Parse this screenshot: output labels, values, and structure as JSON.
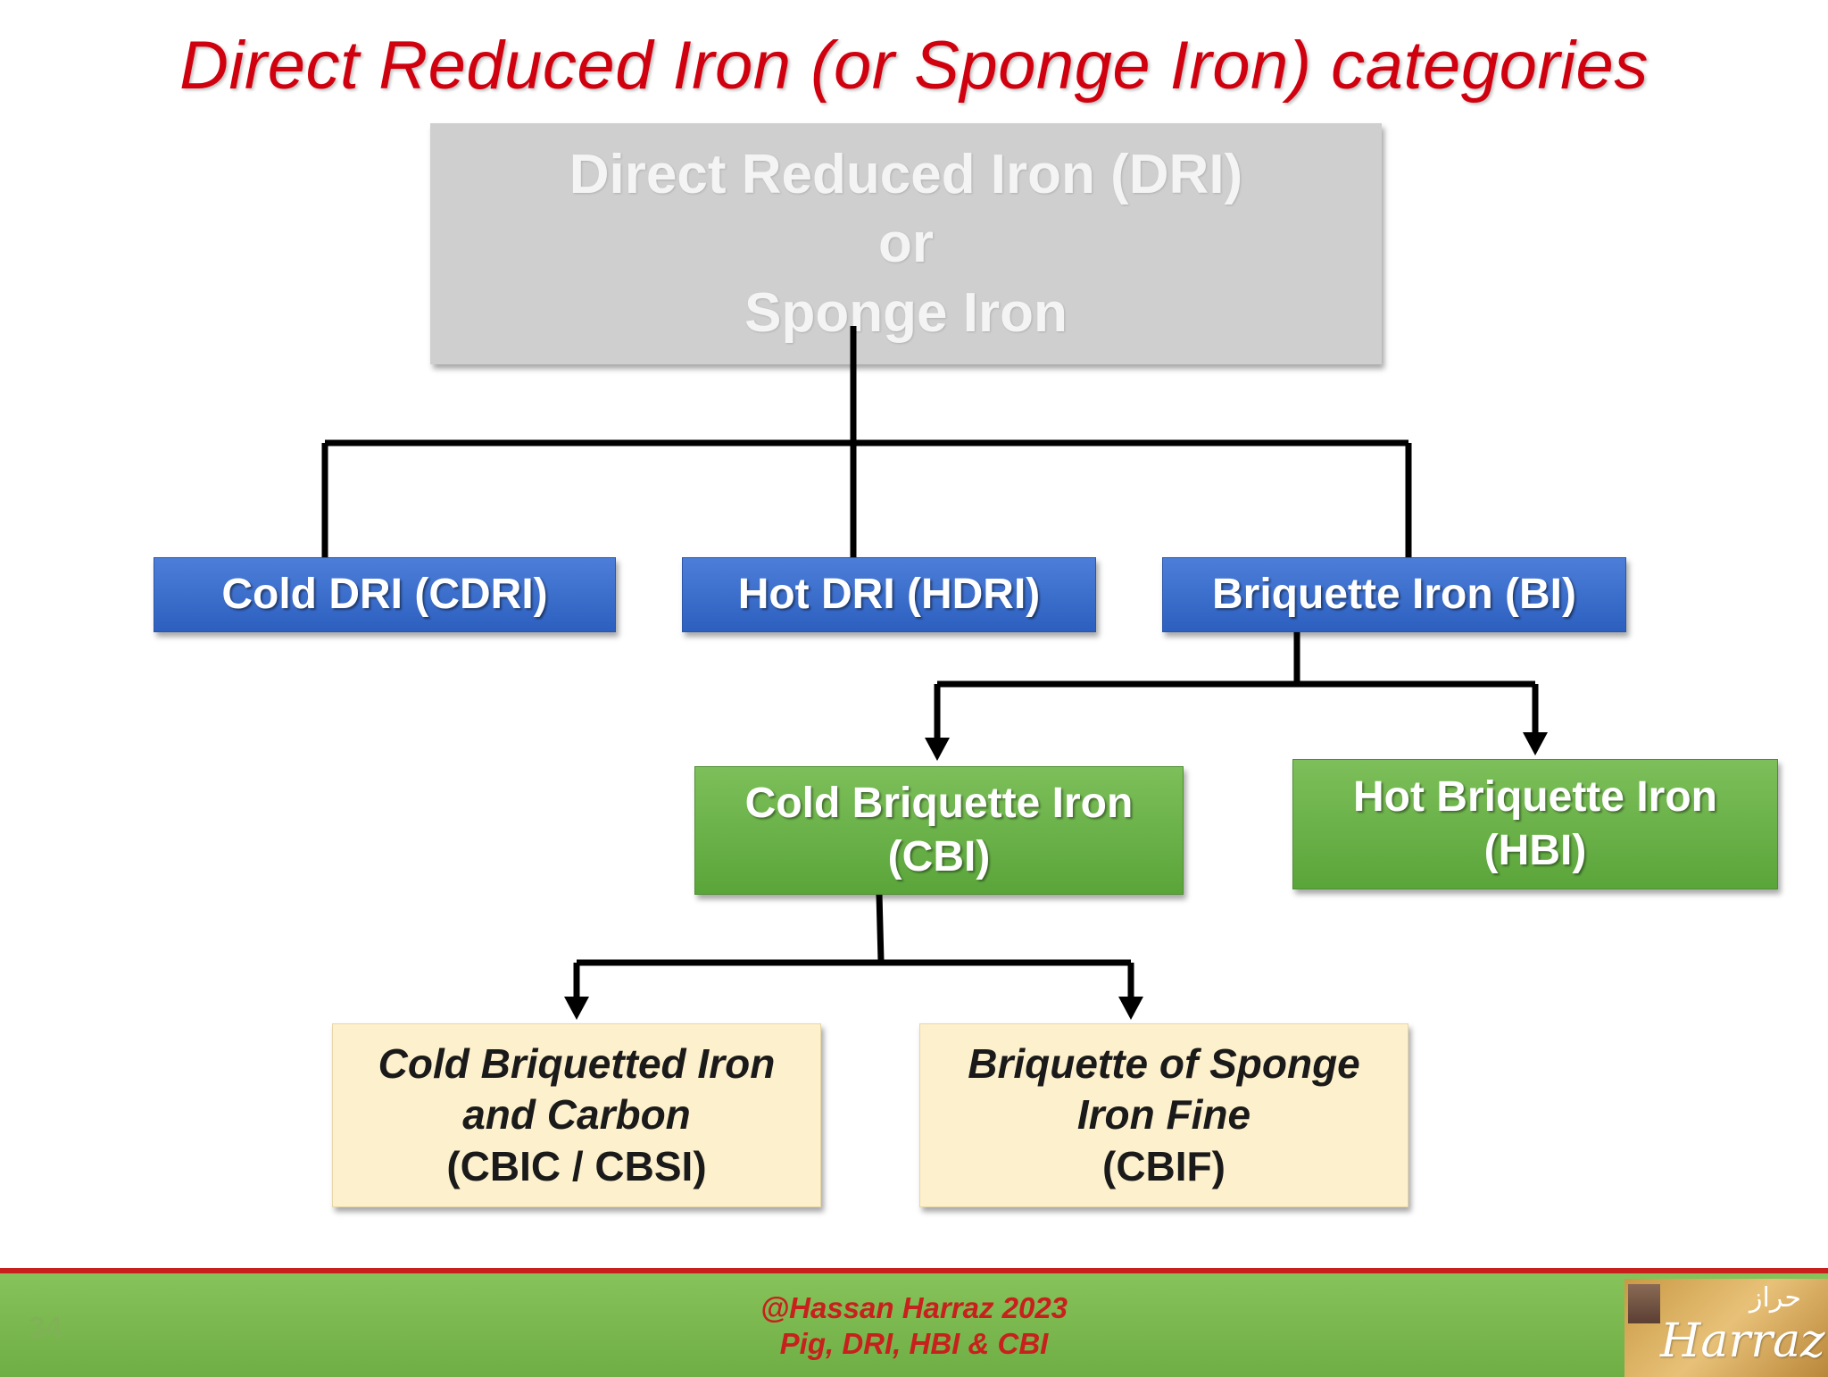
{
  "slide": {
    "title": "Direct Reduced Iron (or Sponge Iron) categories"
  },
  "diagram": {
    "root": {
      "line1": "Direct Reduced Iron (DRI)",
      "line2": "or",
      "line3": "Sponge Iron"
    },
    "level1": {
      "cold_dri": "Cold DRI (CDRI)",
      "hot_dri": "Hot DRI (HDRI)",
      "briquette_iron": "Briquette Iron (BI)"
    },
    "level2": {
      "cbi": {
        "line1": "Cold Briquette Iron",
        "line2": "(CBI)"
      },
      "hbi": {
        "line1": "Hot Briquette Iron",
        "line2": "(HBI)"
      }
    },
    "level3": {
      "cbic": {
        "line1": "Cold Briquetted Iron",
        "line2": "and Carbon",
        "line3": "(CBIC / CBSI)"
      },
      "cbif": {
        "line1": "Briquette of Sponge",
        "line2": "Iron Fine",
        "line3": "(CBIF)"
      }
    }
  },
  "footer": {
    "credit": "@Hassan Harraz 2023",
    "subtitle": "Pig,   DRI, HBI & CBI",
    "page_number": "34",
    "logo_script": "Harraz",
    "logo_arabic": "حراز"
  },
  "colors": {
    "title": "#d0000f",
    "root_box": "#cfcfcf",
    "blue_box": "#3a6cc9",
    "green_box": "#6ab14a",
    "cream_box": "#fdf0cc",
    "footer_bg": "#78b74d",
    "footer_accent": "#c8201c"
  }
}
